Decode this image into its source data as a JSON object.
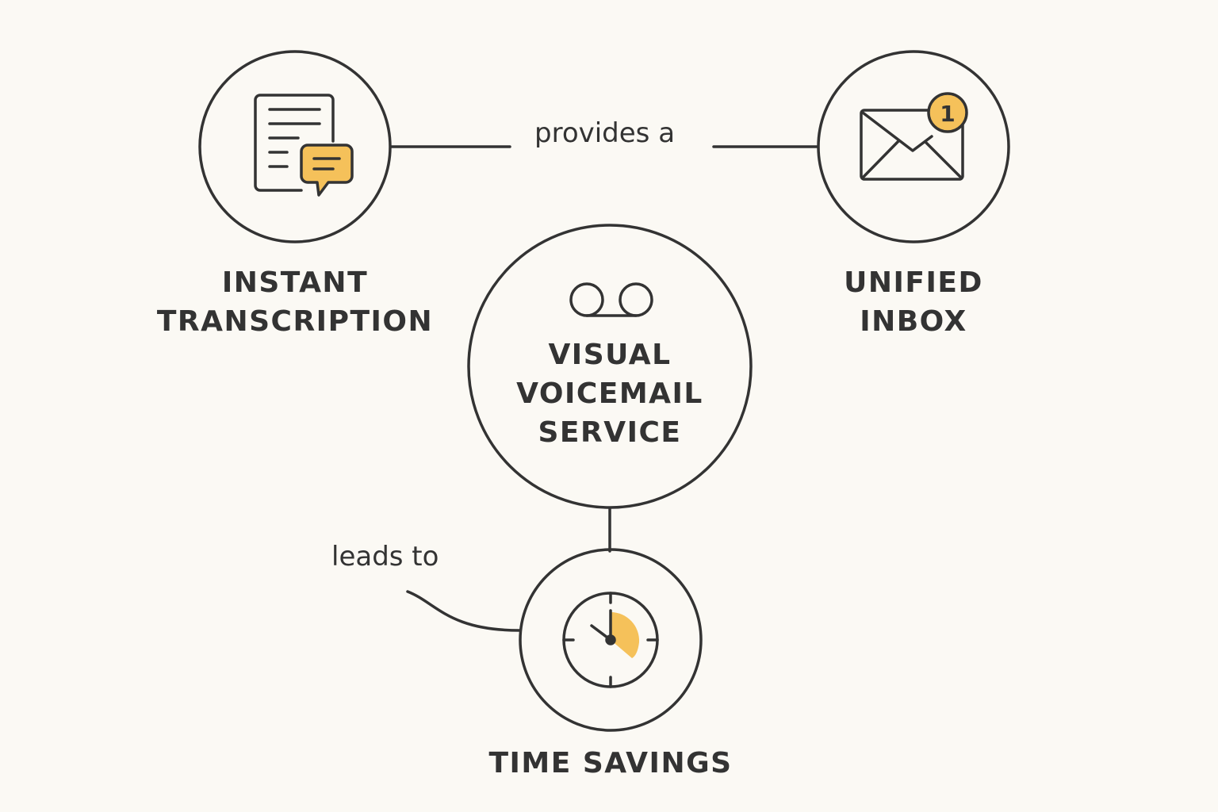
{
  "colors": {
    "background": "#fbf9f4",
    "stroke": "#333333",
    "accent": "#f5c15a"
  },
  "nodes": {
    "center": {
      "lines": [
        "VISUAL",
        "VOICEMAIL",
        "SERVICE"
      ],
      "icon": "voicemail-icon"
    },
    "transcription": {
      "lines": [
        "INSTANT",
        "TRANSCRIPTION"
      ],
      "icon": "document-chat-icon"
    },
    "inbox": {
      "lines": [
        "UNIFIED",
        "INBOX"
      ],
      "icon": "envelope-icon",
      "badge": "1"
    },
    "time": {
      "lines": [
        "TIME SAVINGS"
      ],
      "icon": "clock-icon"
    }
  },
  "edges": {
    "provides": "provides a",
    "leads": "leads to"
  }
}
